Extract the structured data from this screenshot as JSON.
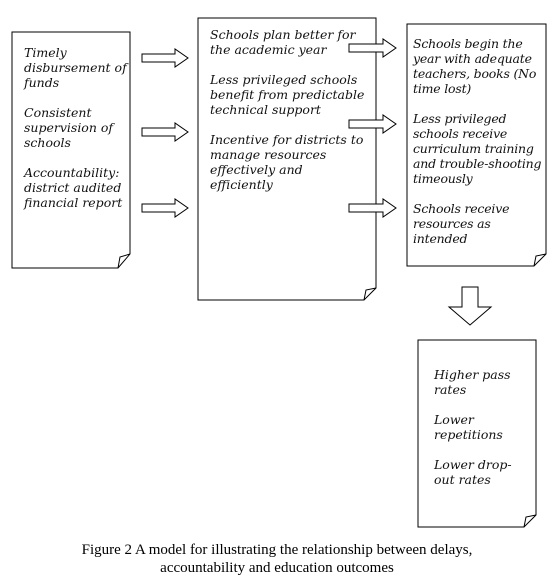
{
  "boxes": {
    "inputs": {
      "items": [
        "Timely disbursement of funds",
        "Consistent supervision of schools",
        "Accountability: district audited financial report"
      ]
    },
    "intermediate": {
      "items": [
        "Schools plan better for the academic year",
        "Less privileged schools benefit from predictable technical support",
        "Incentive for districts to manage resources effectively and efficiently"
      ]
    },
    "results": {
      "items": [
        "Schools begin the year with adequate teachers, books (No time lost)",
        "Less privileged schools receive curriculum training and trouble-shooting timeously",
        "Schools receive resources as intended"
      ]
    },
    "outcomes": {
      "items": [
        "Higher pass rates",
        "Lower repetitions",
        "Lower drop-out rates"
      ]
    }
  },
  "caption": {
    "line1": "Figure 2 A model for illustrating the relationship between delays,",
    "line2": "accountability and education outcomes"
  }
}
